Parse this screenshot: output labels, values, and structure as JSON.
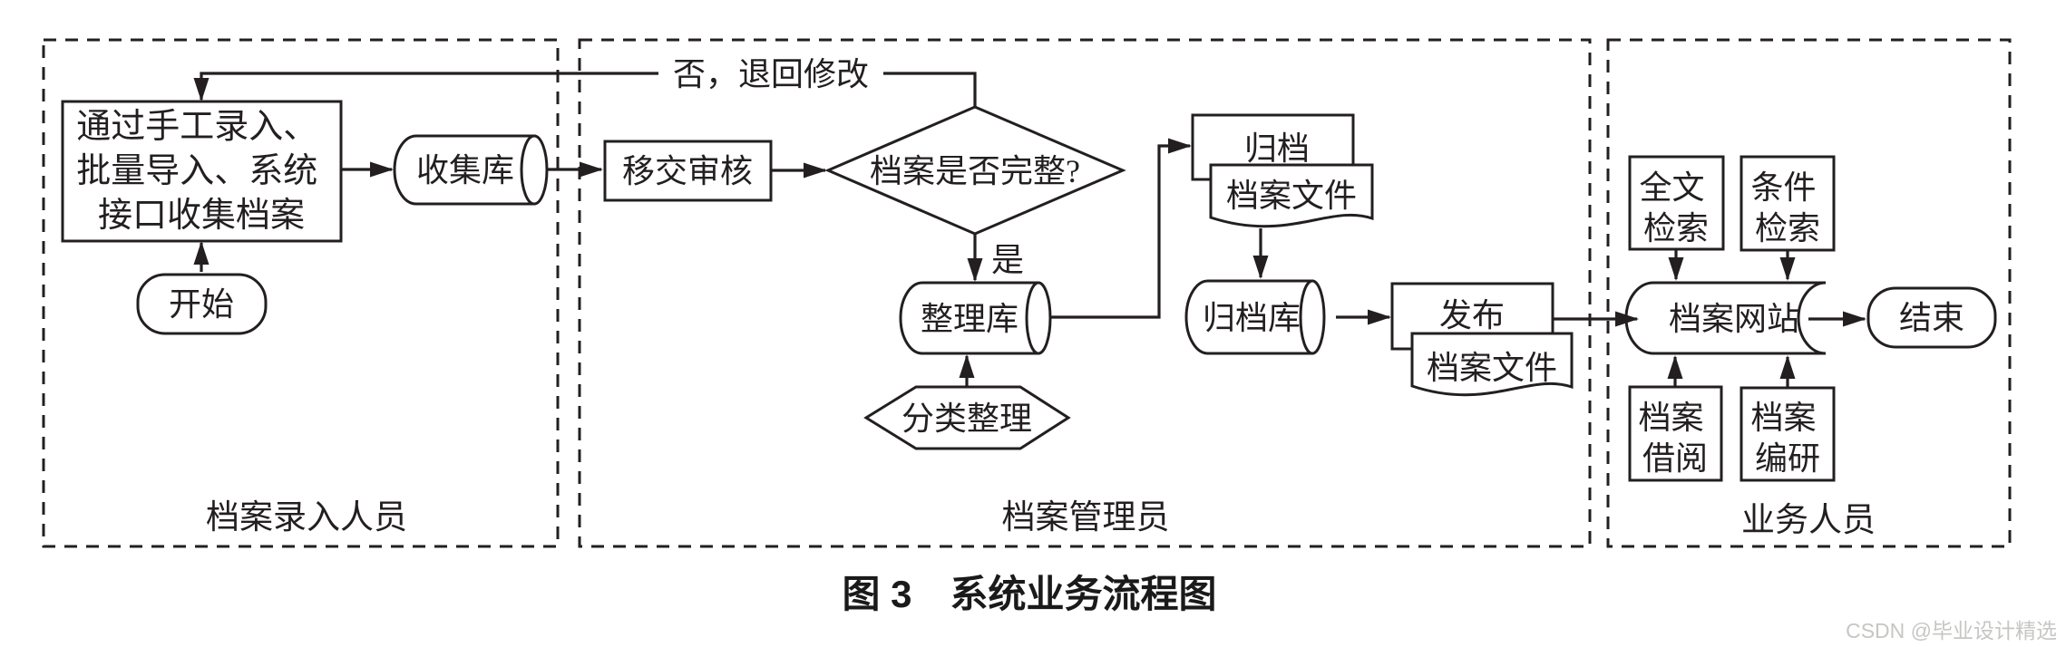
{
  "diagram": {
    "caption": "图 3　系统业务流程图",
    "watermark": "CSDN @毕业设计精选",
    "colors": {
      "line": "#231f20",
      "background": "#ffffff",
      "watermark": "#c6c6c4"
    },
    "lanes": [
      {
        "label": "档案录入人员"
      },
      {
        "label": "档案管理员"
      },
      {
        "label": "业务人员"
      }
    ],
    "nodes": {
      "start": "开始",
      "collect_lines": [
        "通过手工录入、",
        "批量导入、系统",
        "接口收集档案"
      ],
      "collect_db": "收集库",
      "review": "移交审核",
      "decision": "档案是否完整?",
      "branch_no": "否，退回修改",
      "branch_yes": "是",
      "organize_db": "整理库",
      "classify": "分类整理",
      "archive": "归档",
      "archive_doc": "档案文件",
      "archive_db": "归档库",
      "publish": "发布",
      "publish_doc": "档案文件",
      "fulltext_lines": [
        "全文",
        "检索"
      ],
      "condition_lines": [
        "条件",
        "检索"
      ],
      "website": "档案网站",
      "end": "结束",
      "borrow_lines": [
        "档案",
        "借阅"
      ],
      "research_lines": [
        "档案",
        "编研"
      ]
    }
  }
}
